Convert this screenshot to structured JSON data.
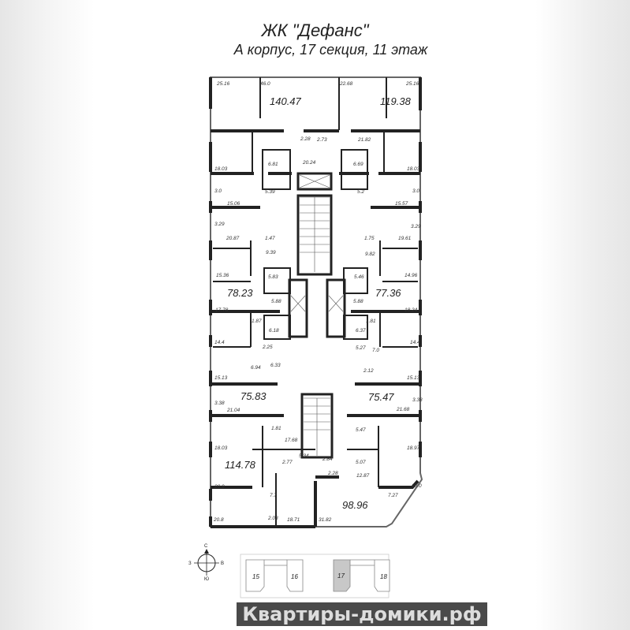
{
  "title": "ЖК \"Дефанс\"",
  "subtitle": "А корпус, 17 секция, 11 этаж",
  "apartments": [
    "140.47",
    "119.38",
    "78.23",
    "77.36",
    "75.83",
    "75.47",
    "114.78",
    "98.96"
  ],
  "rooms": [
    "25.16",
    "46.0",
    "22.68",
    "25.16",
    "2.28",
    "2.73",
    "21.82",
    "6.81",
    "20.24",
    "6.69",
    "18.03",
    "18.03",
    "3.0",
    "5.39",
    "5.2",
    "3.0",
    "15.06",
    "15.57",
    "3.29",
    "3.29",
    "20.87",
    "1.47",
    "1.75",
    "19.61",
    "9.39",
    "9.82",
    "15.36",
    "5.83",
    "5.46",
    "14.96",
    "5.88",
    "5.88",
    "17.78",
    "18.24",
    "1.87",
    "1.81",
    "6.18",
    "6.37",
    "14.4",
    "14.4",
    "2.25",
    "5.27",
    "7.0",
    "6.94",
    "6.33",
    "2.12",
    "15.13",
    "15.13",
    "3.38",
    "3.38",
    "21.04",
    "21.68",
    "1.81",
    "17.68",
    "18.03",
    "18.97",
    "5.47",
    "5.34",
    "2.77",
    "2.84",
    "5.07",
    "2.28",
    "12.87",
    "20.9",
    "16.0",
    "7.7",
    "7.27",
    "20.8",
    "2.08",
    "18.71",
    "31.82"
  ],
  "compass": {
    "n": "С",
    "s": "Ю",
    "w": "З",
    "e": "В"
  },
  "sections": [
    {
      "label": "15",
      "active": false
    },
    {
      "label": "16",
      "active": false
    },
    {
      "label": "17",
      "active": true
    },
    {
      "label": "18",
      "active": false
    }
  ],
  "colors": {
    "active_section": "#c8c8c8",
    "wall": "#222222"
  },
  "watermark": "Квартиры-домики.рф"
}
